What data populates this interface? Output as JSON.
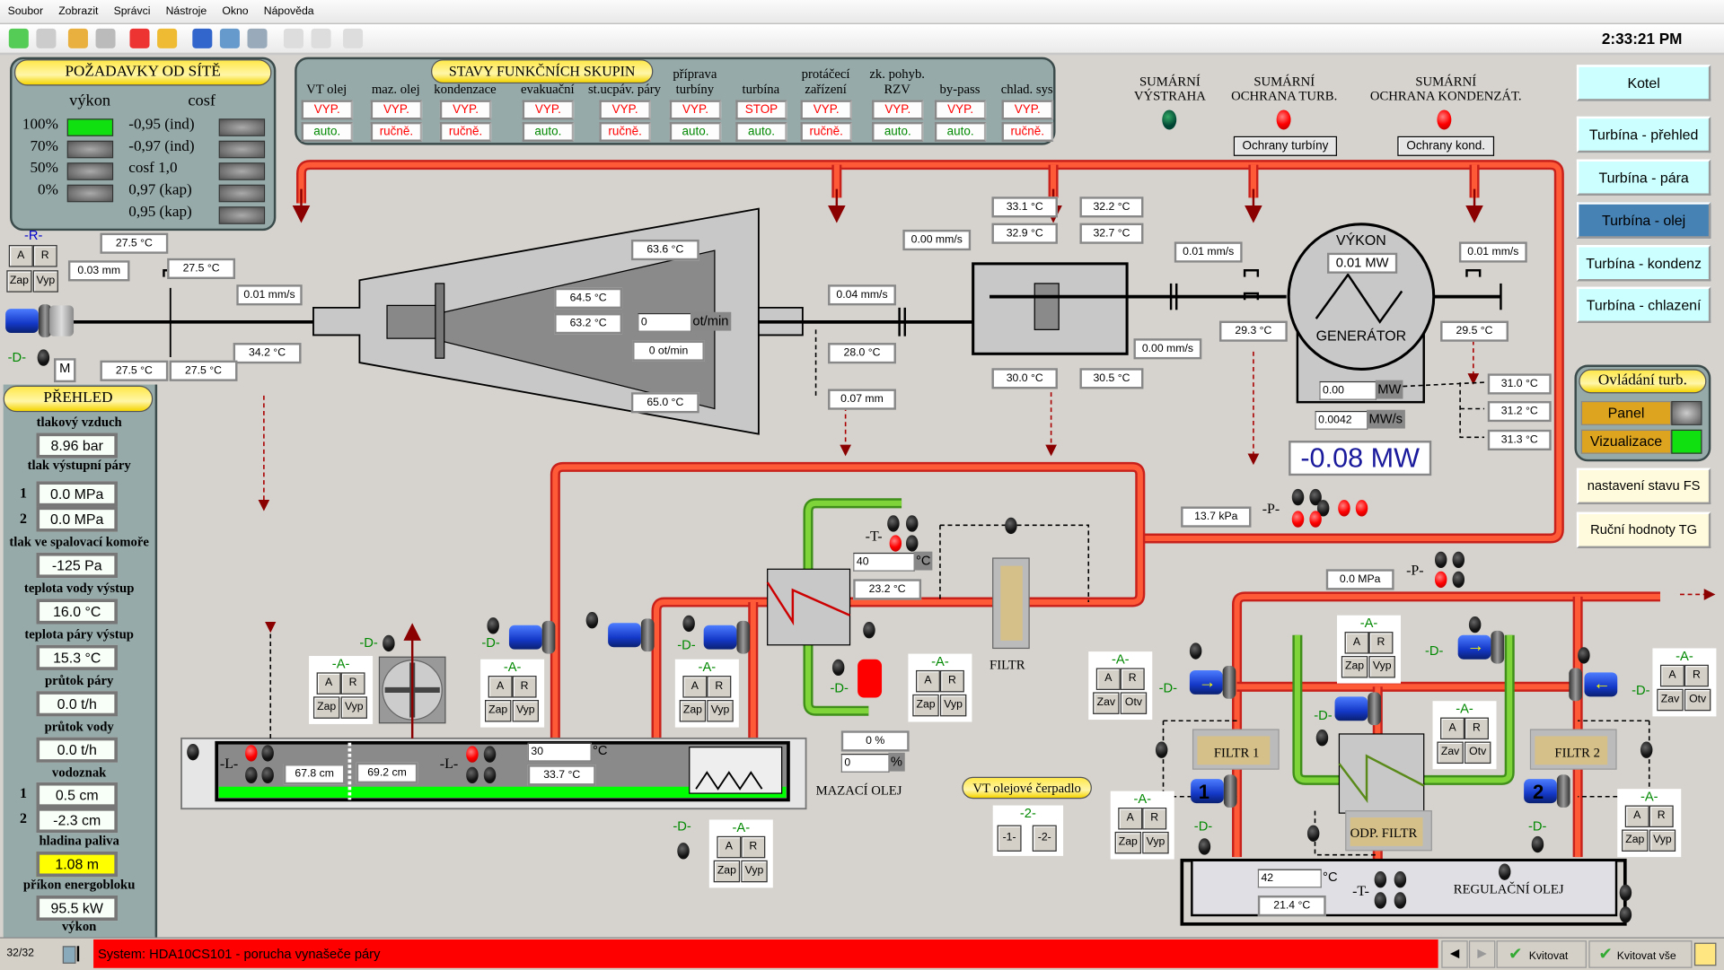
{
  "menu": [
    "Soubor",
    "Zobrazit",
    "Správci",
    "Nástroje",
    "Okno",
    "Nápověda"
  ],
  "toolbar_icons": [
    "back-icon",
    "forward-icon",
    "user-add-icon",
    "user-remove-icon",
    "alarm-report-icon",
    "alarm-folder-icon",
    "chart-icon",
    "database-icon",
    "print-preview-icon",
    "edit-disabled-icon",
    "edit2-disabled-icon",
    "keyboard-disabled-icon"
  ],
  "clock": "2:33:21 PM",
  "grid_requests": {
    "title": "POŽADAVKY OD SÍTĚ",
    "power_label": "výkon",
    "cosf_label": "cosf",
    "power_levels": [
      "100%",
      "70%",
      "50%",
      "0%"
    ],
    "active_power_level": "100%",
    "cosf_options": [
      "-0,95 (ind)",
      "-0,97 (ind)",
      "cosf 1,0",
      "0,97 (kap)",
      "0,95 (kap)"
    ]
  },
  "groups": {
    "title": "STAVY FUNKČNÍCH SKUPIN",
    "items": [
      {
        "l1": "",
        "l2": "VT olej",
        "state": "VYP.",
        "mode": "auto."
      },
      {
        "l1": "",
        "l2": "maz. olej",
        "state": "VYP.",
        "mode": "ručně."
      },
      {
        "l1": "",
        "l2": "kondenzace",
        "state": "VYP.",
        "mode": "ručně."
      },
      {
        "l1": "",
        "l2": "evakuační",
        "state": "VYP.",
        "mode": "auto."
      },
      {
        "l1": "",
        "l2": "st.ucpáv. páry",
        "state": "VYP.",
        "mode": "ručně."
      },
      {
        "l1": "příprava",
        "l2": "turbíny",
        "state": "VYP.",
        "mode": "auto."
      },
      {
        "l1": "",
        "l2": "turbína",
        "state": "STOP",
        "mode": "auto."
      },
      {
        "l1": "protáčecí",
        "l2": "zařízení",
        "state": "VYP.",
        "mode": "ručně."
      },
      {
        "l1": "zk. pohyb.",
        "l2": "RZV",
        "state": "VYP.",
        "mode": "auto."
      },
      {
        "l1": "",
        "l2": "by-pass",
        "state": "VYP.",
        "mode": "auto."
      },
      {
        "l1": "",
        "l2": "chlad. sys",
        "state": "VYP.",
        "mode": "ručně."
      }
    ]
  },
  "alarms": {
    "warning": {
      "l1": "SUMÁRNÍ",
      "l2": "VÝSTRAHA"
    },
    "turbine": {
      "l1": "SUMÁRNÍ",
      "l2": "OCHRANA TURB.",
      "button": "Ochrany turbíny"
    },
    "condensate": {
      "l1": "SUMÁRNÍ",
      "l2": "OCHRANA KONDENZÁT.",
      "button": "Ochrany kond."
    }
  },
  "nav": {
    "items": [
      "Kotel",
      "Turbína - přehled",
      "Turbína - pára",
      "Turbína - olej",
      "Turbína - kondenz",
      "Turbína - chlazení"
    ],
    "active": "Turbína - olej",
    "control_title": "Ovládání turb.",
    "panel": "Panel",
    "visualization": "Vizualizace",
    "fs_state": "nastavení stavu FS",
    "manual_values": "Ruční hodnoty TG"
  },
  "overview": {
    "title": "PŘEHLED",
    "compressed_air_label": "tlakový vzduch",
    "compressed_air": "8.96 bar",
    "steam_pressure_label": "tlak výstupní páry",
    "idx1": "1",
    "idx2": "2",
    "steam_pressure_1": "0.0 MPa",
    "steam_pressure_2": "0.0 MPa",
    "chamber_pressure_label": "tlak ve spalovací komoře",
    "chamber_pressure": "-125 Pa",
    "water_temp_label": "teplota vody výstup",
    "water_temp": "16.0 °C",
    "steam_temp_label": "teplota páry výstup",
    "steam_temp": "15.3 °C",
    "steam_flow_label": "průtok páry",
    "steam_flow": "0.0 t/h",
    "water_flow_label": "průtok vody",
    "water_flow": "0.0 t/h",
    "gauge_label": "vodoznak",
    "gauge_1": "0.5 cm",
    "gauge_2": "-2.3 cm",
    "fuel_level_label": "hladina paliva",
    "fuel_level": "1.08 m",
    "input_power_label": "příkon energobloku",
    "input_power": "95.5 kW",
    "output_label": "výkon"
  },
  "diagram": {
    "readings": {
      "r1": "27.5 °C",
      "r2": "0.03 mm",
      "r3": "27.5 °C",
      "r4": "0.01 mm/s",
      "r5": "34.2 °C",
      "r6": "27.5 °C",
      "r7": "27.5 °C",
      "r8": "63.6 °C",
      "r9": "64.5 °C",
      "r10": "63.2 °C",
      "r11": "0 ot/min",
      "r12": "65.0 °C",
      "r13": "0.04 mm/s",
      "r14": "28.0 °C",
      "r15": "0.07 mm",
      "r16": "0.00 mm/s",
      "r17": "33.1 °C",
      "r18": "32.2 °C",
      "r19": "32.9 °C",
      "r20": "32.7 °C",
      "r21": "30.0 °C",
      "r22": "30.5 °C",
      "r23": "0.00 mm/s",
      "r24": "0.01 mm/s",
      "r25": "29.3 °C",
      "r26": "0.01 mm/s",
      "r27": "29.5 °C",
      "r28": "31.0 °C",
      "r29": "31.2 °C",
      "r30": "31.3 °C",
      "r31": "13.7 kPa",
      "r32": "23.2 °C",
      "r33": "0 %",
      "r34": "67.8 cm",
      "r35": "69.2 cm",
      "r36": "33.7 °C",
      "r37": "0.0 MPa",
      "r38": "21.4 °C"
    },
    "inputs": {
      "rpm_set": {
        "value": "0",
        "unit": "ot/min"
      },
      "cooler_temp_set": {
        "value": "40",
        "unit": "°C"
      },
      "valve_pos_set": {
        "value": "0",
        "unit": "%"
      },
      "tank_temp_set": {
        "value": "30",
        "unit": "°C"
      },
      "reg_oil_temp_set": {
        "value": "42",
        "unit": "°C"
      },
      "gen_power_set": {
        "value": "0.00",
        "unit": "MW"
      },
      "gen_ramp_set": {
        "value": "0.0042",
        "unit": "MW/s"
      }
    },
    "generator": {
      "title": "VÝKON",
      "power": "0.01 MW",
      "label": "GENERÁTOR"
    },
    "total_power": "-0.08 MW",
    "labels": {
      "filter": "FILTR",
      "lube_oil": "MAZACÍ OLEJ",
      "hp_pump": "VT olejové čerpadlo",
      "filter1": "FILTR 1",
      "filter2": "FILTR 2",
      "drain_filter": "ODP. FILTR",
      "control_oil": "REGULAČNÍ OLEJ",
      "motor": "M",
      "pump1": "1",
      "pump2": "2",
      "d": "-D-",
      "t": "-T-",
      "p": "-P-",
      "l": "-L-",
      "r": "-R-"
    },
    "r_box": {
      "buttons": [
        "A",
        "R",
        "Zap",
        "Vyp"
      ]
    },
    "pump_select": {
      "title": "-2-",
      "buttons": [
        "-1-",
        "-2-"
      ]
    },
    "controls": [
      {
        "title": "-A-",
        "buttons": [
          "A",
          "R",
          "Zap",
          "Vyp"
        ]
      },
      {
        "title": "-A-",
        "buttons": [
          "A",
          "R",
          "Zap",
          "Vyp"
        ]
      },
      {
        "title": "-A-",
        "buttons": [
          "A",
          "R",
          "Zap",
          "Vyp"
        ]
      },
      {
        "title": "-A-",
        "buttons": [
          "A",
          "R",
          "Zap",
          "Vyp"
        ]
      },
      {
        "title": "-A-",
        "buttons": [
          "A",
          "R",
          "Zav",
          "Otv"
        ]
      },
      {
        "title": "-A-",
        "buttons": [
          "A",
          "R",
          "Zap",
          "Vyp"
        ]
      },
      {
        "title": "-A-",
        "buttons": [
          "A",
          "R",
          "Zav",
          "Otv"
        ]
      },
      {
        "title": "-A-",
        "buttons": [
          "A",
          "R",
          "Zav",
          "Otv"
        ]
      },
      {
        "title": "-A-",
        "buttons": [
          "A",
          "R",
          "Zap",
          "Vyp"
        ]
      },
      {
        "title": "-A-",
        "buttons": [
          "A",
          "R",
          "Zap",
          "Vyp"
        ]
      },
      {
        "title": "-A-",
        "buttons": [
          "A",
          "R",
          "Zap",
          "Vyp"
        ]
      }
    ]
  },
  "status_bar": {
    "count": "32/32",
    "message": "System: HDA10CS101 - porucha vynašeče páry",
    "acknowledge": "Kvitovat",
    "acknowledge_all": "Kvitovat vše"
  },
  "colors": {
    "steam_pipe": "#ff4a2a",
    "oil_pipe": "#5fbf2a",
    "alarm_bar": "#ff0000",
    "active_nav": "#4682b4",
    "panel": "#96aaaa",
    "title_yellow": "#ffe84a"
  }
}
